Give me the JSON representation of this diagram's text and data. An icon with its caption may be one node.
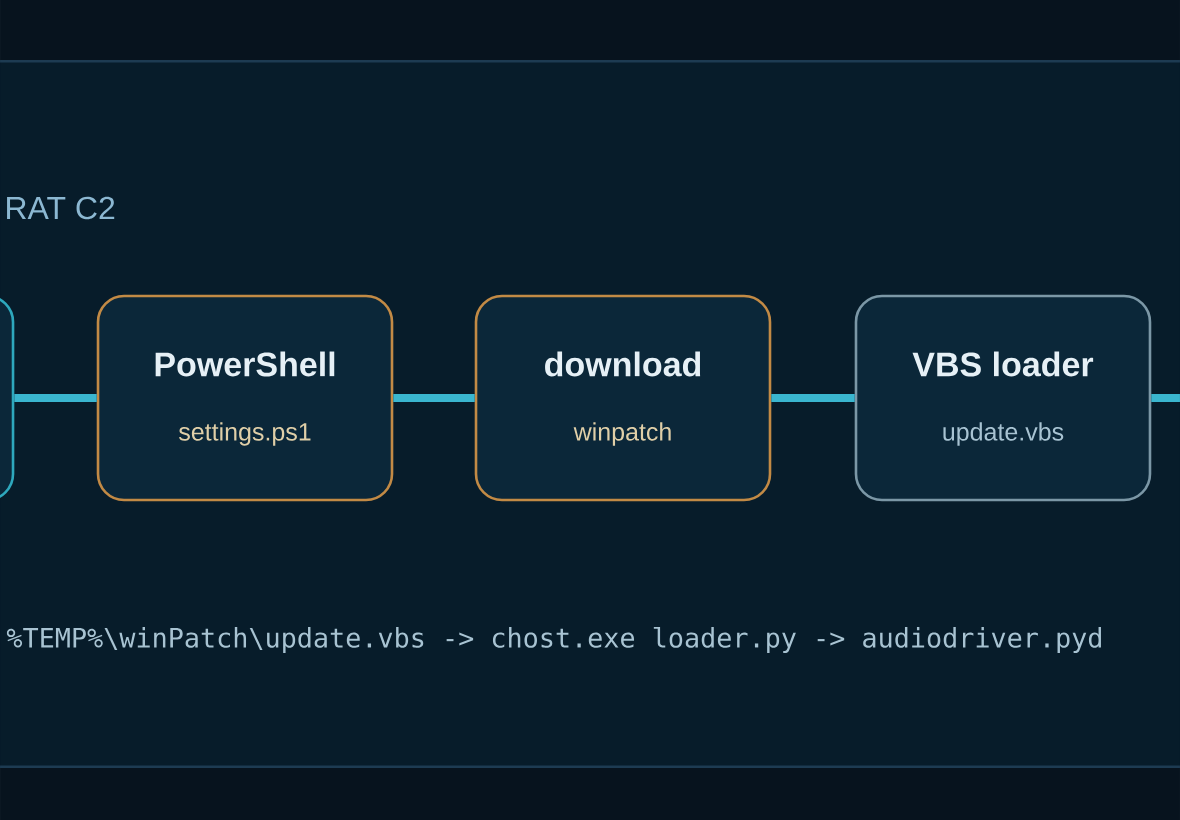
{
  "diagram": {
    "title": "RAT C2",
    "nodes": [
      {
        "text": [],
        "shape": "box"
      },
      {
        "text": [
          "PowerShell",
          "settings.ps1"
        ]
      },
      {
        "text": [
          "download",
          "winpatch"
        ]
      },
      {
        "text": [
          "VBS loader",
          "update.vbs"
        ]
      }
    ],
    "edges": [
      {
        "from": 0,
        "to": 1,
        "arrow": "none"
      },
      {
        "from": 1,
        "to": 2,
        "arrow": "none"
      },
      {
        "from": 2,
        "to": 3,
        "arrow": "none"
      },
      {
        "from": 3,
        "to": null,
        "arrow": "none"
      }
    ],
    "labels": [
      "%TEMP%\\winPatch\\update.vbs -> chost.exe loader.py -> audiodriver.pyd"
    ]
  }
}
